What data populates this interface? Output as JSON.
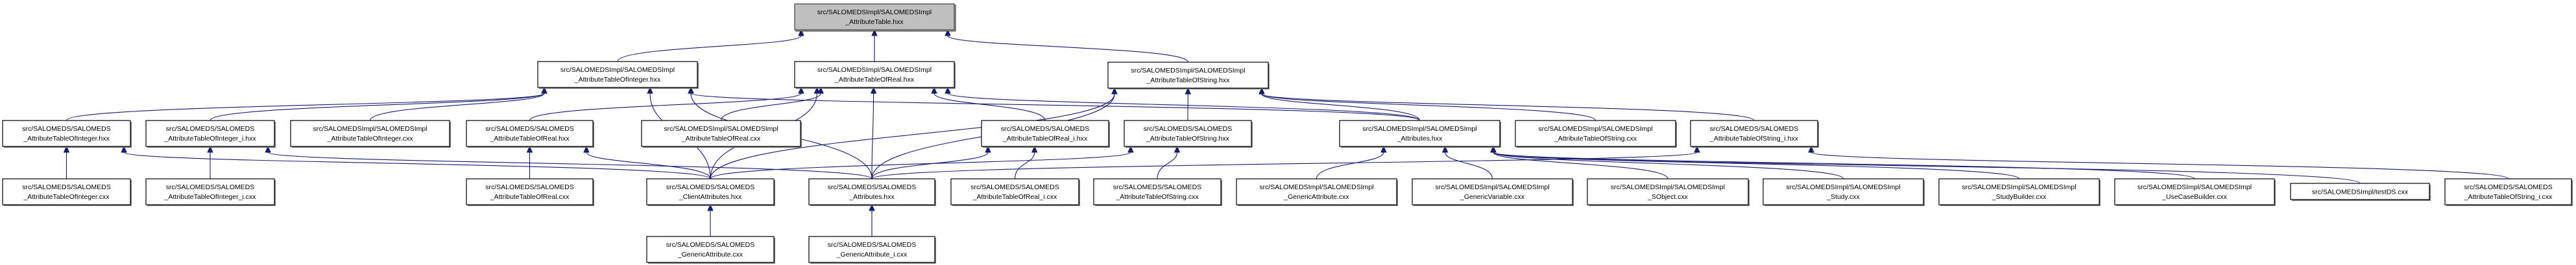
{
  "graph": {
    "title": "src/SALOMEDSImpl/SALOMEDSImpl_AttributeTable.hxx include dependency graph",
    "edge_color": "#191970",
    "root_fill": "#bfbfbf",
    "nodes": [
      {
        "id": "root",
        "line1": "src/SALOMEDSImpl/SALOMEDSImpl",
        "line2": "_AttributeTable.hxx",
        "root": true
      },
      {
        "id": "implIntH",
        "line1": "src/SALOMEDSImpl/SALOMEDSImpl",
        "line2": "_AttributeTableOfInteger.hxx"
      },
      {
        "id": "implRealH",
        "line1": "src/SALOMEDSImpl/SALOMEDSImpl",
        "line2": "_AttributeTableOfReal.hxx"
      },
      {
        "id": "implStrH",
        "line1": "src/SALOMEDSImpl/SALOMEDSImpl",
        "line2": "_AttributeTableOfString.hxx"
      },
      {
        "id": "dsIntH",
        "line1": "src/SALOMEDS/SALOMEDS",
        "line2": "_AttributeTableOfInteger.hxx"
      },
      {
        "id": "dsIntIH",
        "line1": "src/SALOMEDS/SALOMEDS",
        "line2": "_AttributeTableOfInteger_i.hxx"
      },
      {
        "id": "implIntC",
        "line1": "src/SALOMEDSImpl/SALOMEDSImpl",
        "line2": "_AttributeTableOfInteger.cxx"
      },
      {
        "id": "dsRealH",
        "line1": "src/SALOMEDS/SALOMEDS",
        "line2": "_AttributeTableOfReal.hxx"
      },
      {
        "id": "implRealC",
        "line1": "src/SALOMEDSImpl/SALOMEDSImpl",
        "line2": "_AttributeTableOfReal.cxx"
      },
      {
        "id": "dsRealIH",
        "line1": "src/SALOMEDS/SALOMEDS",
        "line2": "_AttributeTableOfReal_i.hxx"
      },
      {
        "id": "dsStrH",
        "line1": "src/SALOMEDS/SALOMEDS",
        "line2": "_AttributeTableOfString.hxx"
      },
      {
        "id": "implAttrH",
        "line1": "src/SALOMEDSImpl/SALOMEDSImpl",
        "line2": "_Attributes.hxx"
      },
      {
        "id": "implStrC",
        "line1": "src/SALOMEDSImpl/SALOMEDSImpl",
        "line2": "_AttributeTableOfString.cxx"
      },
      {
        "id": "dsStrIH",
        "line1": "src/SALOMEDS/SALOMEDS",
        "line2": "_AttributeTableOfString_i.hxx"
      },
      {
        "id": "dsIntC",
        "line1": "src/SALOMEDS/SALOMEDS",
        "line2": "_AttributeTableOfInteger.cxx"
      },
      {
        "id": "dsIntIC",
        "line1": "src/SALOMEDS/SALOMEDS",
        "line2": "_AttributeTableOfInteger_i.cxx"
      },
      {
        "id": "dsRealC",
        "line1": "src/SALOMEDS/SALOMEDS",
        "line2": "_AttributeTableOfReal.cxx"
      },
      {
        "id": "dsClient",
        "line1": "src/SALOMEDS/SALOMEDS",
        "line2": "_ClientAttributes.hxx"
      },
      {
        "id": "dsAttrH",
        "line1": "src/SALOMEDS/SALOMEDS",
        "line2": "_Attributes.hxx"
      },
      {
        "id": "dsRealIC",
        "line1": "src/SALOMEDS/SALOMEDS",
        "line2": "_AttributeTableOfReal_i.cxx"
      },
      {
        "id": "dsStrC",
        "line1": "src/SALOMEDS/SALOMEDS",
        "line2": "_AttributeTableOfString.cxx"
      },
      {
        "id": "implGenAttr",
        "line1": "src/SALOMEDSImpl/SALOMEDSImpl",
        "line2": "_GenericAttribute.cxx"
      },
      {
        "id": "implGenVar",
        "line1": "src/SALOMEDSImpl/SALOMEDSImpl",
        "line2": "_GenericVariable.cxx"
      },
      {
        "id": "implSObj",
        "line1": "src/SALOMEDSImpl/SALOMEDSImpl",
        "line2": "_SObject.cxx"
      },
      {
        "id": "implStudy",
        "line1": "src/SALOMEDSImpl/SALOMEDSImpl",
        "line2": "_Study.cxx"
      },
      {
        "id": "implStudyB",
        "line1": "src/SALOMEDSImpl/SALOMEDSImpl",
        "line2": "_StudyBuilder.cxx"
      },
      {
        "id": "implUseCase",
        "line1": "src/SALOMEDSImpl/SALOMEDSImpl",
        "line2": "_UseCaseBuilder.cxx"
      },
      {
        "id": "testDS",
        "line1": "src/SALOMEDSImpl/testDS.cxx",
        "line2": ""
      },
      {
        "id": "dsStrIC",
        "line1": "src/SALOMEDS/SALOMEDS",
        "line2": "_AttributeTableOfString_i.cxx"
      },
      {
        "id": "dsGenAttrC",
        "line1": "src/SALOMEDS/SALOMEDS",
        "line2": "_GenericAttribute.cxx"
      },
      {
        "id": "dsGenAttrIC",
        "line1": "src/SALOMEDS/SALOMEDS",
        "line2": "_GenericAttribute_i.cxx"
      }
    ],
    "edges": [
      [
        "implIntH",
        "root"
      ],
      [
        "implRealH",
        "root"
      ],
      [
        "implStrH",
        "root"
      ],
      [
        "dsIntH",
        "implIntH"
      ],
      [
        "dsIntIH",
        "implIntH"
      ],
      [
        "implIntC",
        "implIntH"
      ],
      [
        "dsClient",
        "implIntH"
      ],
      [
        "dsAttrH",
        "implIntH"
      ],
      [
        "implAttrH",
        "implIntH"
      ],
      [
        "dsRealH",
        "implRealH"
      ],
      [
        "implRealC",
        "implRealH"
      ],
      [
        "dsRealIH",
        "implRealH"
      ],
      [
        "dsClient",
        "implRealH"
      ],
      [
        "dsAttrH",
        "implRealH"
      ],
      [
        "implAttrH",
        "implRealH"
      ],
      [
        "dsStrH",
        "implStrH"
      ],
      [
        "implStrC",
        "implStrH"
      ],
      [
        "dsStrIH",
        "implStrH"
      ],
      [
        "dsClient",
        "implStrH"
      ],
      [
        "dsAttrH",
        "implStrH"
      ],
      [
        "implAttrH",
        "implStrH"
      ],
      [
        "dsIntC",
        "dsIntH"
      ],
      [
        "dsClient",
        "dsIntH"
      ],
      [
        "dsIntIC",
        "dsIntIH"
      ],
      [
        "dsAttrH",
        "dsIntIH"
      ],
      [
        "dsRealC",
        "dsRealH"
      ],
      [
        "dsClient",
        "dsRealH"
      ],
      [
        "dsAttrH",
        "dsRealIH"
      ],
      [
        "dsRealIC",
        "dsRealIH"
      ],
      [
        "dsClient",
        "dsStrH"
      ],
      [
        "dsStrC",
        "dsStrH"
      ],
      [
        "dsAttrH",
        "dsStrIH"
      ],
      [
        "dsStrIC",
        "dsStrIH"
      ],
      [
        "implGenAttr",
        "implAttrH"
      ],
      [
        "implGenVar",
        "implAttrH"
      ],
      [
        "implSObj",
        "implAttrH"
      ],
      [
        "implStudy",
        "implAttrH"
      ],
      [
        "implStudyB",
        "implAttrH"
      ],
      [
        "implUseCase",
        "implAttrH"
      ],
      [
        "testDS",
        "implAttrH"
      ],
      [
        "dsGenAttrC",
        "dsClient"
      ],
      [
        "dsGenAttrIC",
        "dsAttrH"
      ]
    ]
  }
}
